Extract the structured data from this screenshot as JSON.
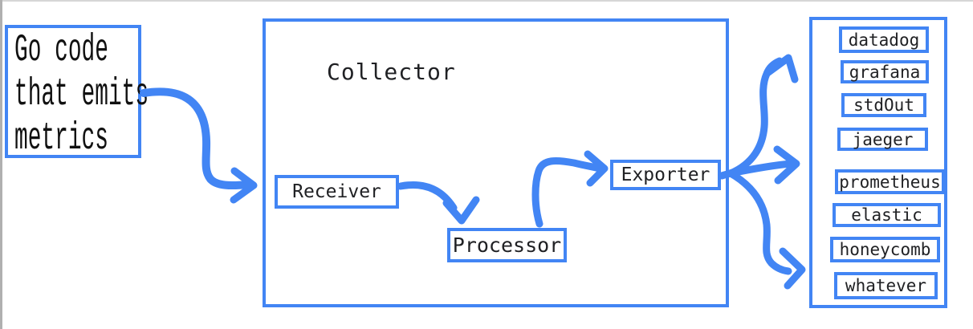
{
  "diagram": {
    "source": {
      "lines": [
        "Go code",
        "that emits",
        "metrics"
      ]
    },
    "collector": {
      "title": "Collector",
      "receiver_label": "Receiver",
      "processor_label": "Processor",
      "exporter_label": "Exporter"
    },
    "backends": {
      "items": [
        "datadog",
        "grafana",
        "stdOut",
        "jaeger",
        "prometheus",
        "elastic",
        "honeycomb",
        "whatever"
      ]
    },
    "colors": {
      "accent_blue": "#4285f4",
      "text_black": "#202124",
      "window_edge_gray": "#b0b0b0"
    }
  }
}
